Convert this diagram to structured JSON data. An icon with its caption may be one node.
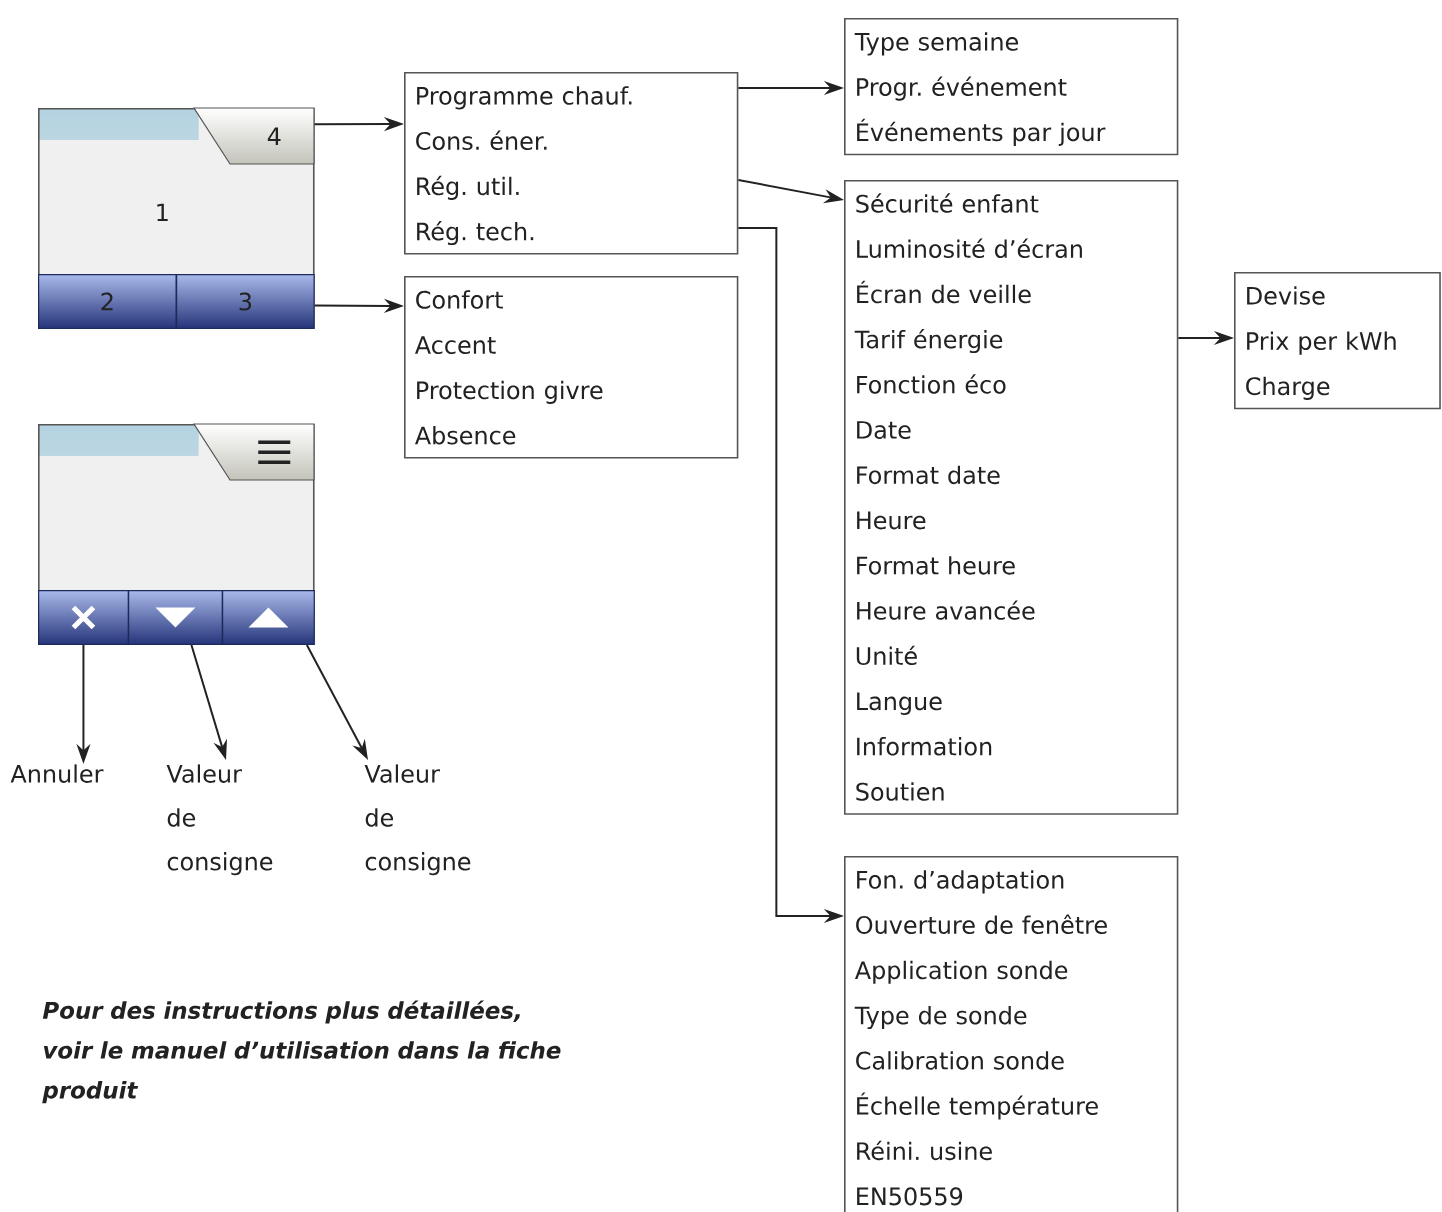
{
  "diagram": {
    "nodes": [
      {
        "text": [
          "1"
        ]
      },
      {
        "text": [
          "4"
        ],
        "in": 0
      },
      {
        "text": [
          "2"
        ],
        "in": 0
      },
      {
        "text": [
          "3"
        ],
        "in": 0
      },
      {
        "text": [],
        "shape": "box"
      },
      {
        "text": [],
        "shape": "box",
        "in": 4
      },
      {
        "text": [],
        "shape": "box",
        "in": 4
      },
      {
        "text": [],
        "shape": "box",
        "in": 4
      },
      {
        "text": [],
        "shape": "box",
        "in": 4
      },
      {
        "text": [
          "Programme chauf.",
          "Cons. éner.",
          "Rég. util.",
          "Rég. tech."
        ]
      },
      {
        "text": [
          "Confort",
          "Accent",
          "Protection givre",
          "Absence"
        ]
      },
      {
        "text": [
          "Type semaine",
          "Progr. événement",
          "Événements par jour"
        ]
      },
      {
        "text": [
          "Sécurité enfant",
          "Luminosité d’écran",
          "Écran de veille",
          "Tarif énergie",
          "Fonction éco",
          "Date",
          "Format date",
          "Heure",
          "Format heure",
          "Heure avancée",
          "Unité",
          "Langue",
          "Information",
          "Soutien"
        ]
      },
      {
        "text": [
          "Devise",
          "Prix per kWh",
          "Charge"
        ]
      },
      {
        "text": [
          "Fon. d’adaptation",
          "Ouverture de fenêtre",
          "Application sonde",
          "Type de sonde",
          "Calibration sonde",
          "Échelle température",
          "Réini. usine",
          "EN50559"
        ]
      },
      {
        "text": [
          "Annuler"
        ]
      },
      {
        "text": [
          "Valeur de consigne"
        ]
      },
      {
        "text": [
          "Valeur de consigne"
        ]
      }
    ],
    "edges": [
      {
        "from": 1,
        "to": 9,
        "arrow": "to"
      },
      {
        "from": 3,
        "to": 10,
        "arrow": "to"
      },
      {
        "from": 9,
        "to": 11,
        "arrow": "to"
      },
      {
        "from": 9,
        "to": 12,
        "arrow": "to"
      },
      {
        "from": 9,
        "to": 14,
        "arrow": "to"
      },
      {
        "from": 12,
        "to": 13,
        "arrow": "to"
      },
      {
        "from": 6,
        "to": 15,
        "arrow": "to"
      },
      {
        "from": 7,
        "to": 16,
        "arrow": "to"
      },
      {
        "from": 8,
        "to": 17,
        "arrow": "to"
      }
    ],
    "labels": [
      "Pour des instructions plus détaillées, voir le manuel d’utilisation dans la fiche produit"
    ]
  }
}
